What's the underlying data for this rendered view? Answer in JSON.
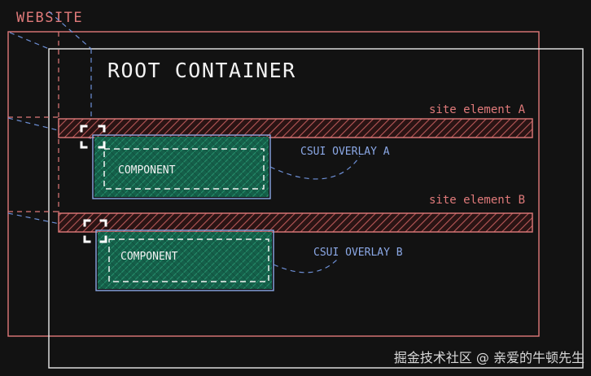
{
  "labels": {
    "website": "WEBSITE",
    "root_container": "ROOT CONTAINER",
    "site_element_a": "site element A",
    "site_element_b": "site element B",
    "csui_overlay_a": "CSUI OVERLAY A",
    "csui_overlay_b": "CSUI OVERLAY B",
    "component_a": "COMPONENT",
    "component_b": "COMPONENT"
  },
  "watermark": "掘金技术社区 @ 亲爱的牛顿先生",
  "icons": [
    "corner-bracket-a-icon",
    "corner-bracket-b-icon"
  ],
  "colors": {
    "background": "#121212",
    "website": "#e07a7a",
    "root": "#e8e8e8",
    "overlay": "#8ba8e6",
    "component_fill": "#1a7a5c",
    "label_blue": "#8ba8e6"
  }
}
